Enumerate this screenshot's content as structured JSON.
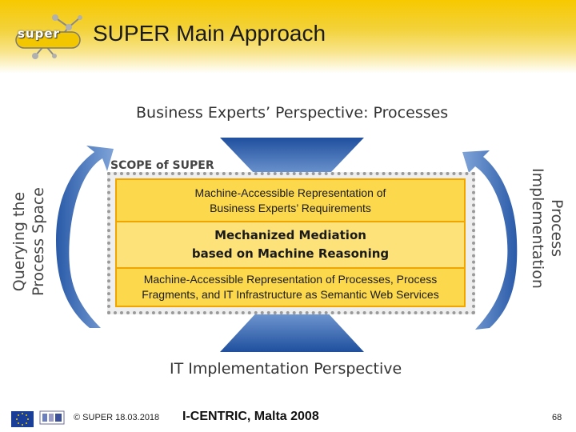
{
  "header": {
    "logo_text": "super",
    "title": "SUPER Main Approach"
  },
  "diagram": {
    "top_label": "Business Experts’ Perspective: Processes",
    "bottom_label": "IT Implementation Perspective",
    "scope_label": "SCOPE of SUPER",
    "left_label": [
      "Querying the",
      "Process Space"
    ],
    "right_label": [
      "Process",
      "Implementation"
    ],
    "layers": [
      [
        "Machine-Accessible Representation of",
        "Business Experts’ Requirements"
      ],
      [
        "Mechanized Mediation",
        "based on Machine Reasoning"
      ],
      [
        "Machine-Accessible Representation of Processes, Process",
        "Fragments, and IT Infrastructure as Semantic Web Services"
      ]
    ],
    "colors": {
      "layer_fill": "#fcd84c",
      "layer_border": "#f0a500",
      "arrow_blue": "#2a5aa8",
      "header_yellow": "#f7c900"
    }
  },
  "footer": {
    "copyright": "© SUPER 18.03.2018",
    "event": "I-CENTRIC, Malta 2008",
    "page": "68"
  }
}
